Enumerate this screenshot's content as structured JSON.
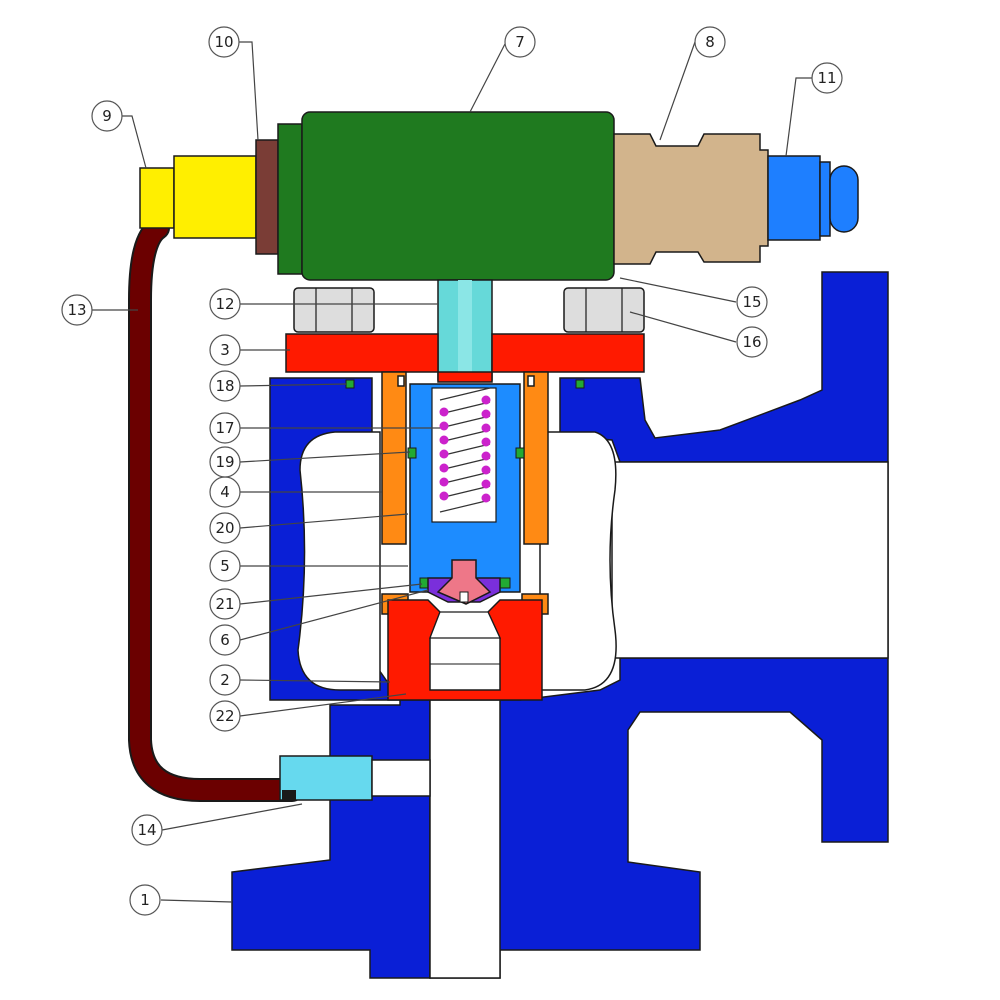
{
  "callouts": {
    "c1": "1",
    "c2": "2",
    "c3": "3",
    "c4": "4",
    "c5": "5",
    "c6": "6",
    "c7": "7",
    "c8": "8",
    "c9": "9",
    "c10": "10",
    "c11": "11",
    "c12": "12",
    "c13": "13",
    "c14": "14",
    "c15": "15",
    "c16": "16",
    "c17": "17",
    "c18": "18",
    "c19": "19",
    "c20": "20",
    "c21": "21",
    "c22": "22"
  },
  "colors": {
    "body": "#0a1fd6",
    "pilot": "#1f7a1f",
    "adjuster": "#d2b48c",
    "cap": "#1e7fff",
    "fitting": "#ffef00",
    "tube": "#6b0000",
    "plate": "#ff1a00",
    "sleeve": "#ff8a14",
    "piston": "#1d8cff",
    "spring": "#cc22cc",
    "seat": "#ff1a00",
    "stem": "#66d9d9",
    "seal": "#22aa33"
  }
}
